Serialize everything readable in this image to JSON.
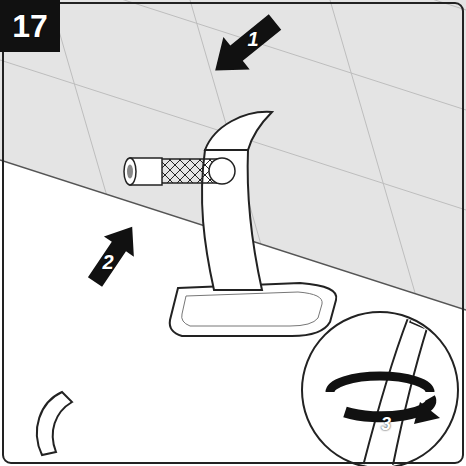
{
  "diagram": {
    "labels": [
      "17",
      "1",
      "2",
      "3"
    ]
  }
}
